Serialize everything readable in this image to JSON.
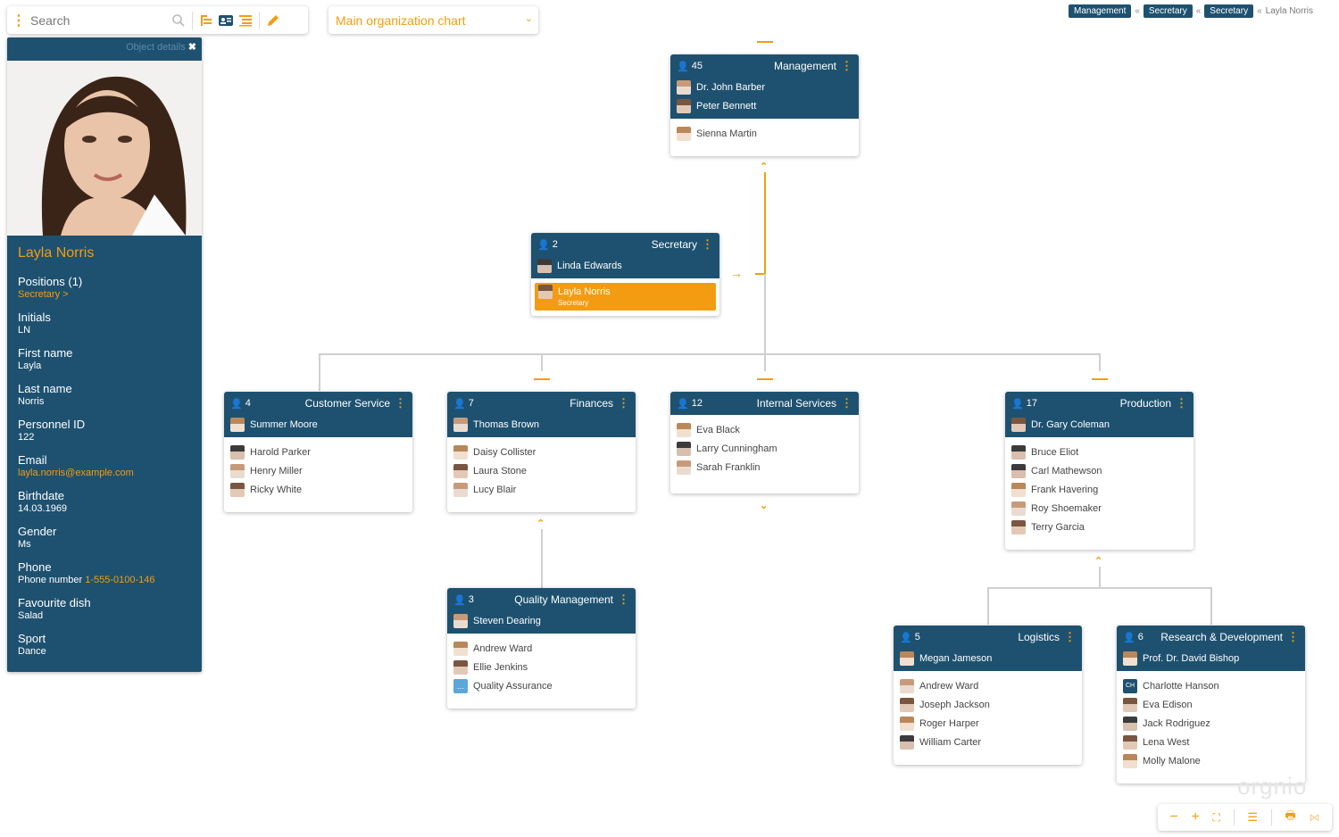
{
  "toolbar": {
    "search_placeholder": "Search",
    "icons": [
      "menu-icon",
      "search-icon",
      "tree-list-icon",
      "card-icon",
      "outline-icon",
      "edit-icon"
    ]
  },
  "chart_select": {
    "value": "Main organization chart"
  },
  "breadcrumb": {
    "items": [
      "Management",
      "Secretary",
      "Secretary"
    ],
    "current": "Layla Norris",
    "separator": "«"
  },
  "details": {
    "title": "Object details",
    "name": "Layla Norris",
    "fields": [
      {
        "label": "Positions (1)",
        "value": "Secretary >",
        "color": "orange"
      },
      {
        "label": "Initials",
        "value": "LN"
      },
      {
        "label": "First name",
        "value": "Layla"
      },
      {
        "label": "Last name",
        "value": "Norris"
      },
      {
        "label": "Personnel ID",
        "value": "122"
      },
      {
        "label": "Email",
        "value": "layla.norris@example.com",
        "color": "orange"
      },
      {
        "label": "Birthdate",
        "value": "14.03.1969"
      },
      {
        "label": "Gender",
        "value": "Ms"
      },
      {
        "label": "Phone",
        "value": "Phone number",
        "extra": "1-555-0100-146"
      },
      {
        "label": "Favourite dish",
        "value": "Salad"
      },
      {
        "label": "Sport",
        "value": "Dance"
      }
    ]
  },
  "boxes": {
    "management": {
      "count": "45",
      "title": "Management",
      "leads": [
        "Dr. John Barber",
        "Peter Bennett"
      ],
      "members": [
        "Sienna Martin"
      ]
    },
    "secretary": {
      "count": "2",
      "title": "Secretary",
      "leads": [
        "Linda Edwards"
      ],
      "highlight": {
        "name": "Layla Norris",
        "role": "Secretary"
      }
    },
    "customer_service": {
      "count": "4",
      "title": "Customer Service",
      "leads": [
        "Summer Moore"
      ],
      "members": [
        "Harold Parker",
        "Henry Miller",
        "Ricky White"
      ]
    },
    "finances": {
      "count": "7",
      "title": "Finances",
      "leads": [
        "Thomas Brown"
      ],
      "members": [
        "Daisy Collister",
        "Laura Stone",
        "Lucy Blair"
      ]
    },
    "internal_services": {
      "count": "12",
      "title": "Internal Services",
      "leads": [],
      "members": [
        "Eva Black",
        "Larry Cunningham",
        "Sarah Franklin"
      ]
    },
    "production": {
      "count": "17",
      "title": "Production",
      "leads": [
        "Dr. Gary Coleman"
      ],
      "members": [
        "Bruce Eliot",
        "Carl Mathewson",
        "Frank Havering",
        "Roy Shoemaker",
        "Terry Garcia"
      ]
    },
    "quality": {
      "count": "3",
      "title": "Quality Management",
      "leads": [
        "Steven Dearing"
      ],
      "members": [
        "Andrew Ward",
        "Ellie Jenkins",
        "Quality Assurance"
      ]
    },
    "logistics": {
      "count": "5",
      "title": "Logistics",
      "leads": [
        "Megan Jameson"
      ],
      "members": [
        "Andrew Ward",
        "Joseph Jackson",
        "Roger Harper",
        "William Carter"
      ]
    },
    "research": {
      "count": "6",
      "title": "Research & Development",
      "leads": [
        "Prof. Dr. David Bishop"
      ],
      "members": [
        "Charlotte Hanson",
        "Eva Edison",
        "Jack Rodriguez",
        "Lena West",
        "Molly Malone"
      ],
      "initials": "CH"
    }
  },
  "bottom_toolbar": {
    "icons": [
      "zoom-out-icon",
      "zoom-in-icon",
      "fit-icon",
      "settings-icon",
      "print-icon",
      "share-icon"
    ]
  },
  "logo": "orgnio",
  "colors": {
    "primary": "#1e5170",
    "accent": "#f39c12"
  }
}
